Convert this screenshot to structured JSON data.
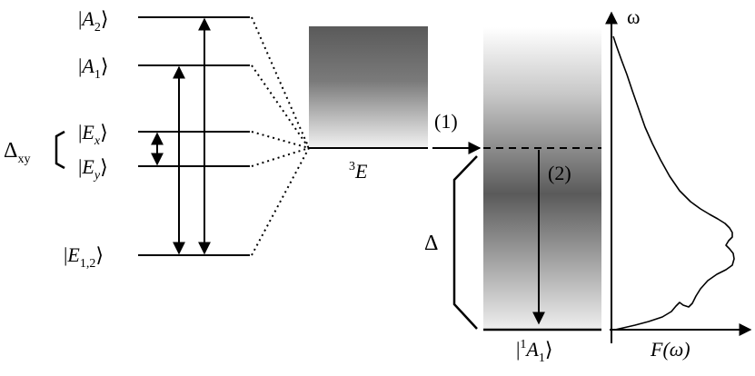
{
  "levels": {
    "A2": {
      "base": "A",
      "sub": "2"
    },
    "A1": {
      "base": "A",
      "sub": "1"
    },
    "Ex": {
      "base": "E",
      "sub": "x"
    },
    "Ey": {
      "base": "E",
      "sub": "y"
    },
    "E12": {
      "base": "E",
      "sub": "1,2"
    }
  },
  "splitting": {
    "base": "Δ",
    "sub": "xy"
  },
  "triplet": {
    "sup": "3",
    "base": "E"
  },
  "singlet": {
    "sup": "1",
    "base": "A",
    "sub": "1"
  },
  "process1": "(1)",
  "process2": "(2)",
  "gap_delta": "Δ",
  "axis": {
    "y_label": "ω",
    "x_label": "F(ω)"
  },
  "colors": {
    "line": "#000000",
    "band_dark": "#555555",
    "band_light": "#ffffff"
  }
}
